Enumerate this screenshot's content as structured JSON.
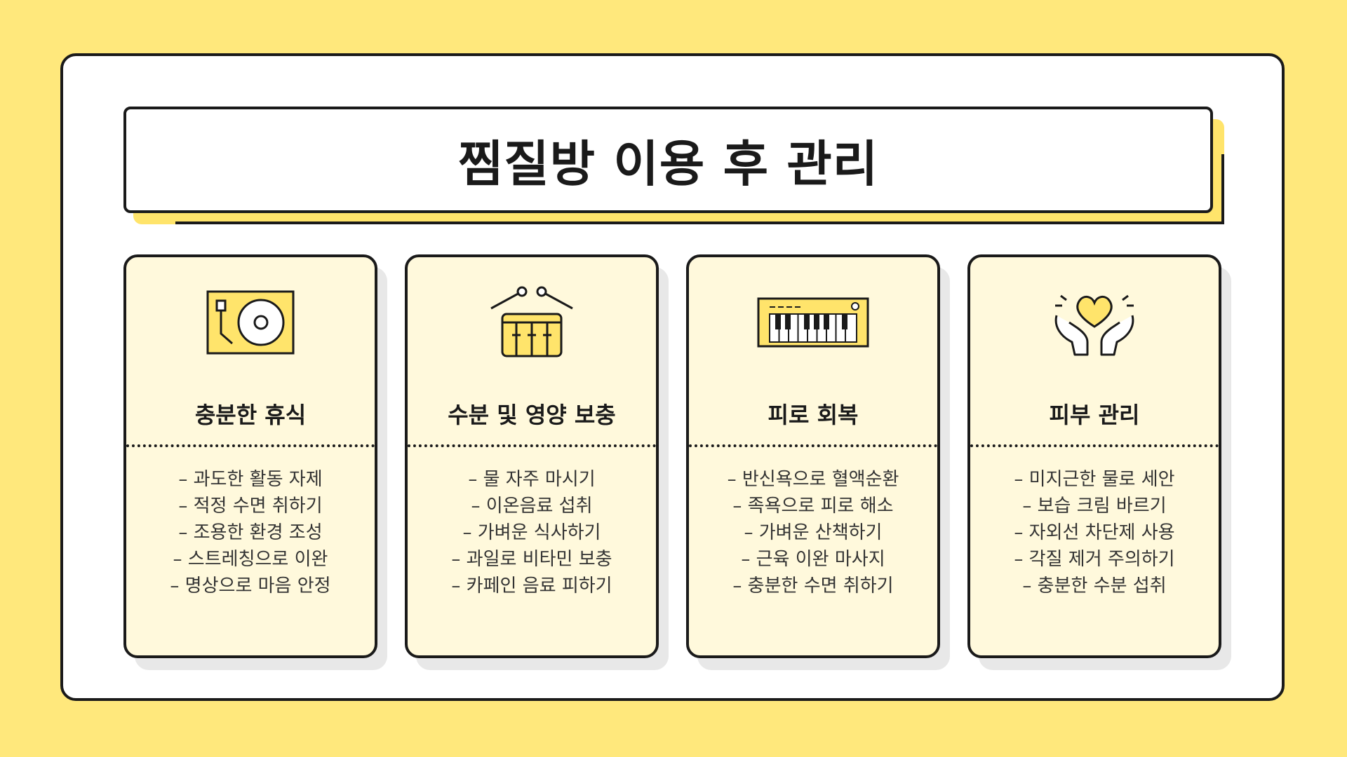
{
  "colors": {
    "background": "#FFE87C",
    "accent": "#FFE46B",
    "card": "#FFF9DC",
    "icon_fill": "#FFE46B",
    "outline": "#1a1a1a"
  },
  "title": "찜질방 이용 후 관리",
  "cards": [
    {
      "icon": "turntable-icon",
      "title": "충분한 휴식",
      "items": [
        "– 과도한 활동 자제",
        "– 적정 수면 취하기",
        "– 조용한 환경 조성",
        "– 스트레칭으로 이완",
        "– 명상으로 마음 안정"
      ]
    },
    {
      "icon": "drum-icon",
      "title": "수분 및 영양 보충",
      "items": [
        "– 물 자주 마시기",
        "– 이온음료 섭취",
        "– 가벼운 식사하기",
        "– 과일로 비타민 보충",
        "– 카페인 음료 피하기"
      ]
    },
    {
      "icon": "keyboard-piano-icon",
      "title": "피로 회복",
      "items": [
        "– 반신욕으로 혈액순환",
        "– 족욕으로 피로 해소",
        "– 가벼운 산책하기",
        "– 근육 이완 마사지",
        "– 충분한 수면 취하기"
      ]
    },
    {
      "icon": "heart-hands-icon",
      "title": "피부 관리",
      "items": [
        "– 미지근한 물로 세안",
        "– 보습 크림 바르기",
        "– 자외선 차단제 사용",
        "– 각질 제거 주의하기",
        "– 충분한 수분 섭취"
      ]
    }
  ]
}
